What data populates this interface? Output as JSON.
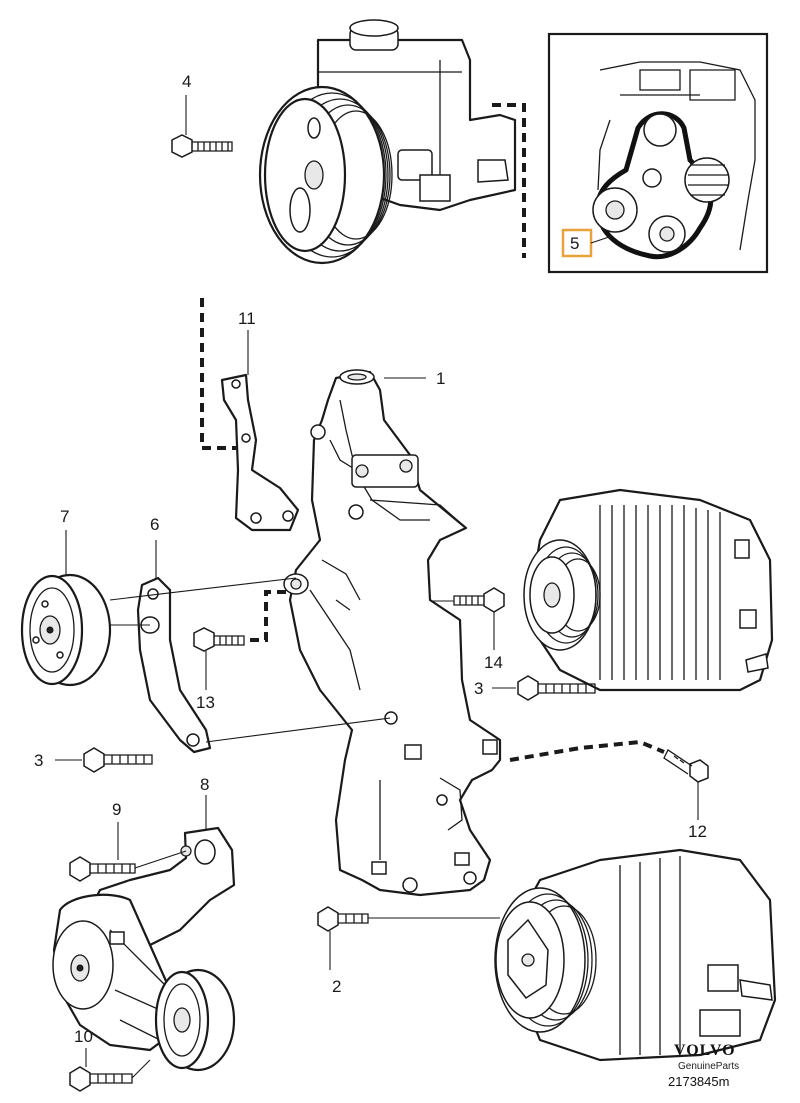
{
  "callouts": {
    "c1": "1",
    "c2": "2",
    "c3a": "3",
    "c3b": "3",
    "c4": "4",
    "c5": "5",
    "c6": "6",
    "c7": "7",
    "c8": "8",
    "c9": "9",
    "c10": "10",
    "c11": "11",
    "c12": "12",
    "c13": "13",
    "c14": "14"
  },
  "branding": {
    "logo": "VOLVO",
    "tagline": "GenuineParts",
    "reference": "2173845m"
  },
  "colors": {
    "inset_highlight": "#e8a23a",
    "line": "#1a1a1a"
  }
}
